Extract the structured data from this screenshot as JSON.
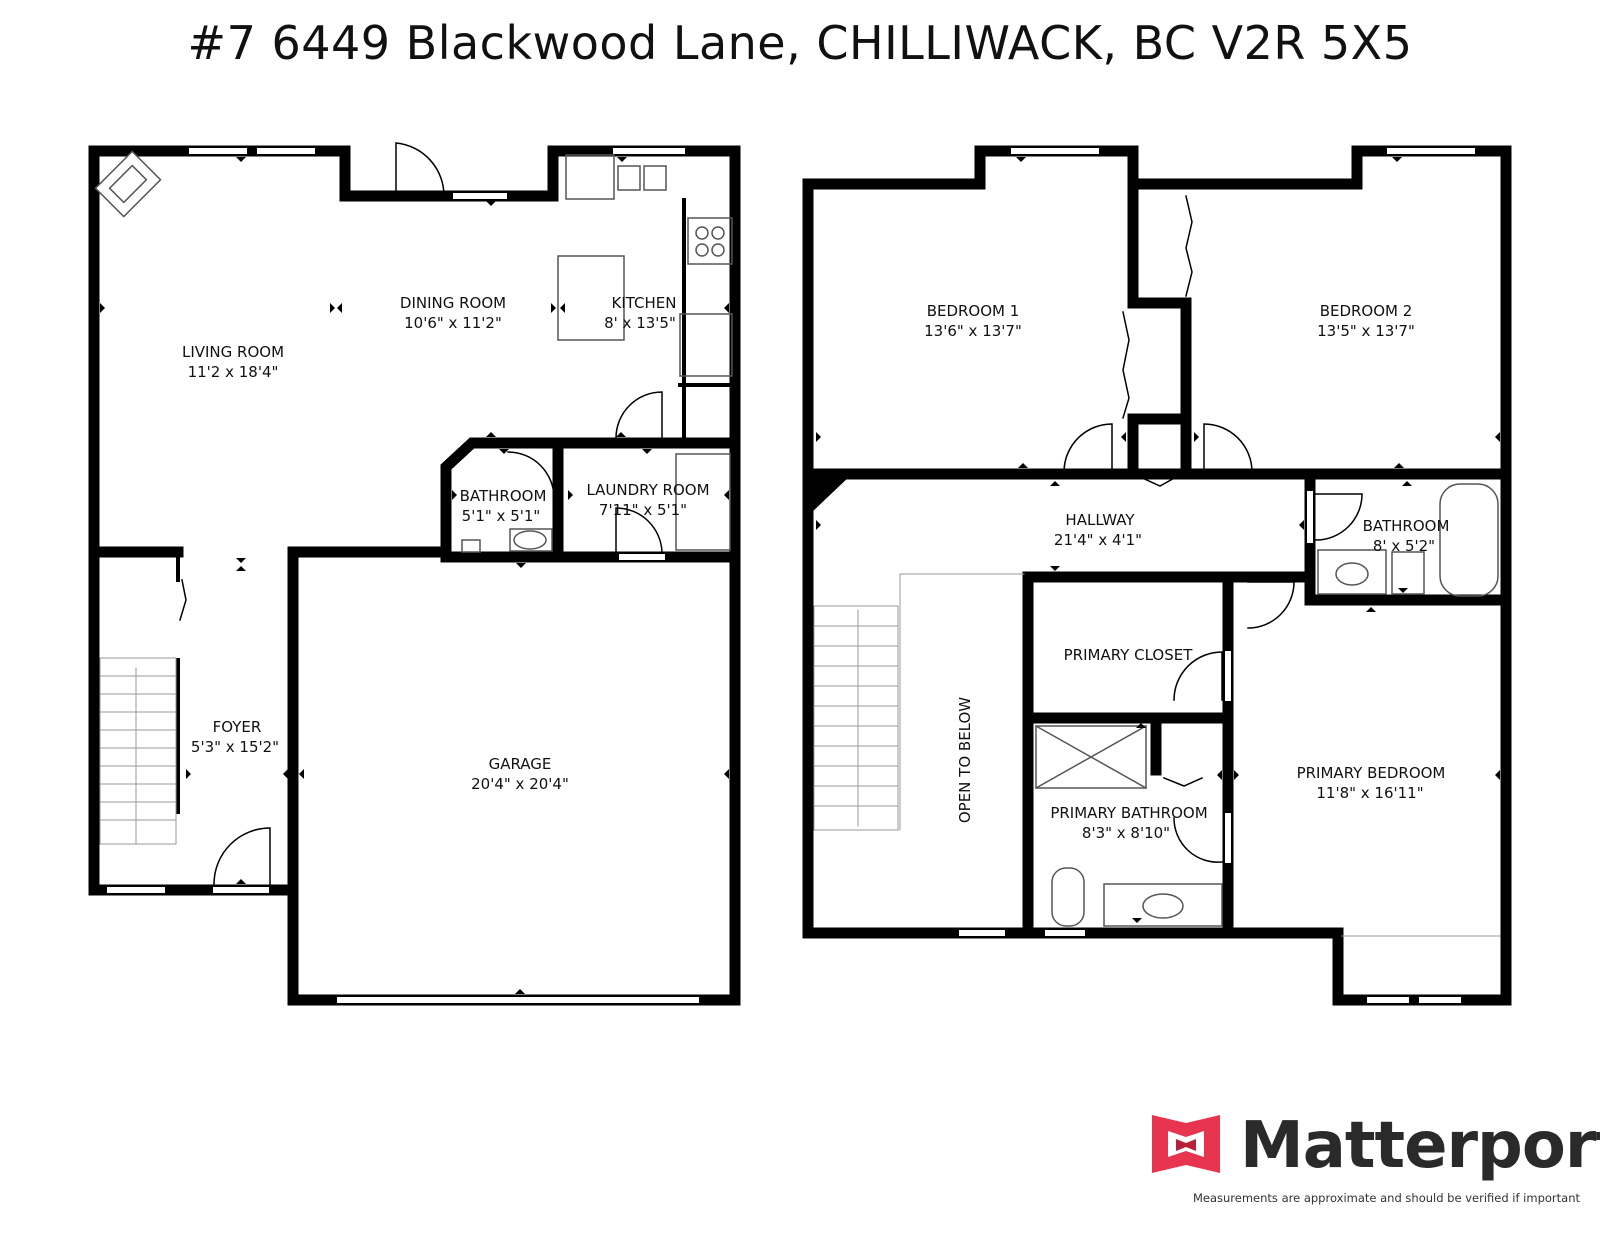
{
  "title": "#7 6449 Blackwood Lane, CHILLIWACK, BC V2R 5X5",
  "rooms": {
    "living": {
      "name": "LIVING ROOM",
      "dim": "11'2 x 18'4\""
    },
    "dining": {
      "name": "DINING ROOM",
      "dim": "10'6\" x 11'2\""
    },
    "kitchen": {
      "name": "KITCHEN",
      "dim": "8' x 13'5\""
    },
    "bath_main": {
      "name": "BATHROOM",
      "dim": "5'1\" x 5'1\""
    },
    "laundry": {
      "name": "LAUNDRY ROOM",
      "dim": "7'11\" x 5'1\""
    },
    "foyer": {
      "name": "FOYER",
      "dim": "5'3\" x 15'2\""
    },
    "garage": {
      "name": "GARAGE",
      "dim": "20'4\" x 20'4\""
    },
    "bedroom1": {
      "name": "BEDROOM 1",
      "dim": "13'6\" x 13'7\""
    },
    "bedroom2": {
      "name": "BEDROOM 2",
      "dim": "13'5\" x 13'7\""
    },
    "hallway": {
      "name": "HALLWAY",
      "dim": "21'4\" x 4'1\""
    },
    "bath_upper": {
      "name": "BATHROOM",
      "dim": "8' x 5'2\""
    },
    "primary_closet": {
      "name": "PRIMARY CLOSET"
    },
    "open_below": {
      "name": "OPEN TO BELOW"
    },
    "primary_bath": {
      "name": "PRIMARY BATHROOM",
      "dim": "8'3\" x 8'10\""
    },
    "primary_bed": {
      "name": "PRIMARY BEDROOM",
      "dim": "11'8\" x 16'11\""
    }
  },
  "brand": {
    "name": "Matterport",
    "disclaimer": "Measurements are approximate and should be verified if important",
    "logo_color": "#e8354f"
  },
  "colors": {
    "wall": "#000000",
    "fixture": "#555555"
  }
}
